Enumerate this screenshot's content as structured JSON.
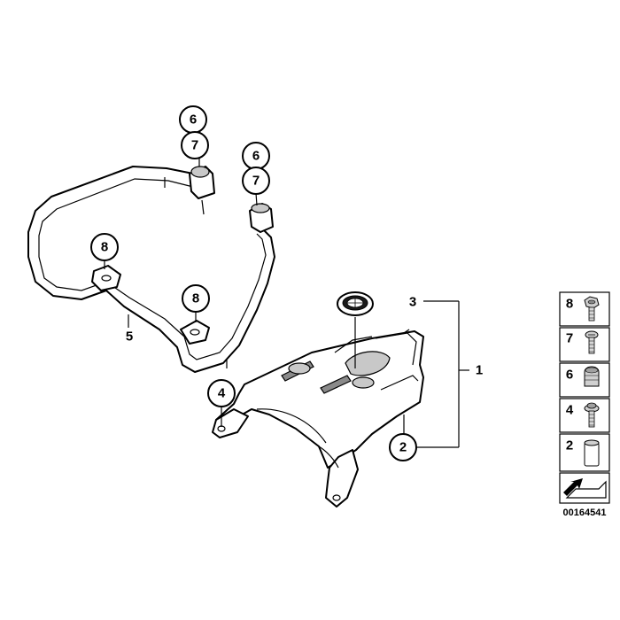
{
  "callouts": {
    "c6a": "6",
    "c7a": "7",
    "c6b": "6",
    "c7b": "7",
    "c8a": "8",
    "c8b": "8",
    "c4": "4",
    "c3": "3",
    "c2": "2"
  },
  "labels": {
    "part5": "5",
    "part1": "1"
  },
  "legend": {
    "items": [
      {
        "number": "8",
        "icon": "hex-bolt-icon"
      },
      {
        "number": "7",
        "icon": "screw-icon"
      },
      {
        "number": "6",
        "icon": "rubber-cap-icon"
      },
      {
        "number": "4",
        "icon": "bolt-washer-icon"
      },
      {
        "number": "2",
        "icon": "bushing-icon"
      }
    ],
    "arrow_icon": "arrow-icon"
  },
  "reference_number": "00164541"
}
